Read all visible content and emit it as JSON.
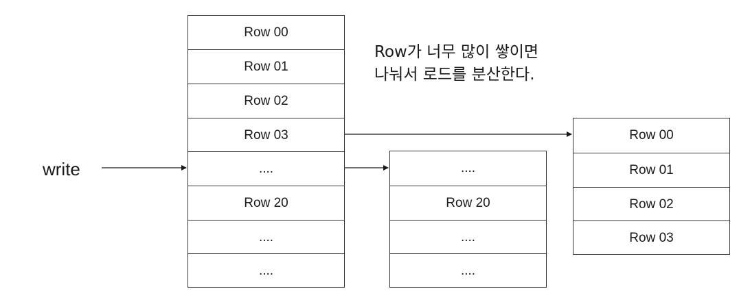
{
  "write_label": "write",
  "note_lines": [
    "Row가 너무 많이 쌓이면",
    "나눠서 로드를 분산한다."
  ],
  "tables": {
    "main": [
      "Row 00",
      "Row 01",
      "Row 02",
      "Row 03",
      "....",
      "Row 20",
      "....",
      "...."
    ],
    "mid": [
      "....",
      "Row 20",
      "....",
      "...."
    ],
    "right": [
      "Row 00",
      "Row 01",
      "Row 02",
      "Row 03"
    ]
  }
}
